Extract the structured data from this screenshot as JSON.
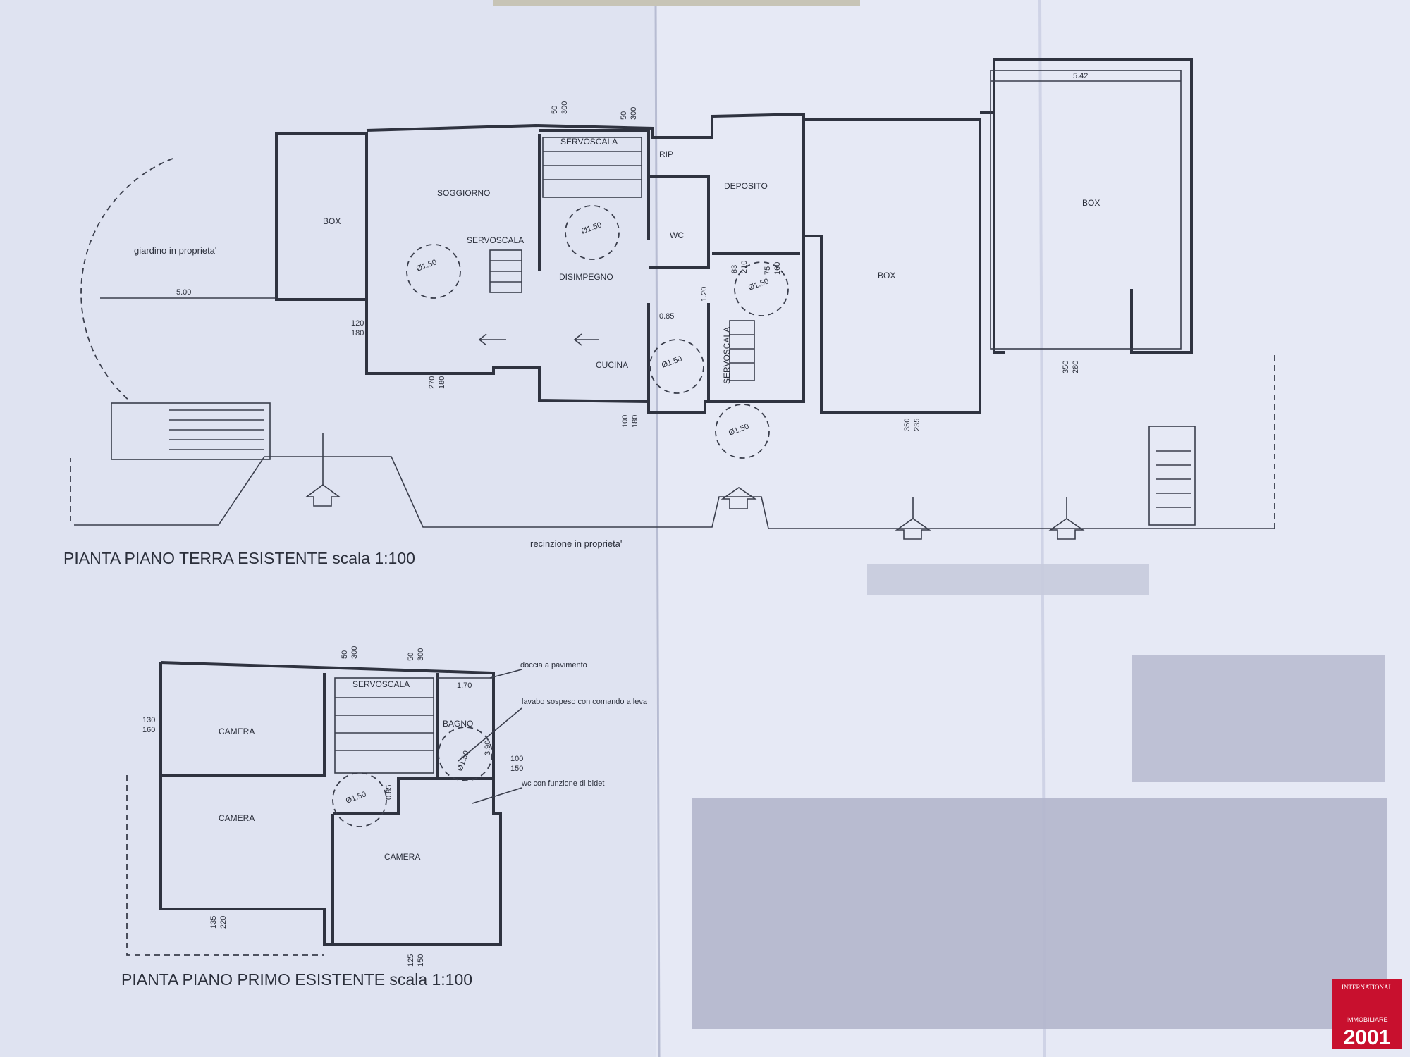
{
  "ground_floor": {
    "title": "PIANTA PIANO TERRA ESISTENTE scala 1:100",
    "rooms": {
      "box_left": "BOX",
      "soggiorno": "SOGGIORNO",
      "servoscala_top": "SERVOSCALA",
      "servoscala_mid": "SERVOSCALA",
      "servoscala_vert": "SERVOSCALA",
      "disimpegno": "DISIMPEGNO",
      "cucina": "CUCINA",
      "wc": "WC",
      "rip": "RIP",
      "deposito": "DEPOSITO",
      "box_center": "BOX",
      "box_right": "BOX"
    },
    "labels": {
      "garden": "giardino in proprieta'",
      "fence": "recinzione in proprieta'"
    },
    "dimensions": {
      "garden_width": "5.00",
      "box_width": "5.42",
      "win_left": [
        "120",
        "180"
      ],
      "win_bottom_soggiorno": [
        "270",
        "180"
      ],
      "win_bottom_cucina": [
        "100",
        "180"
      ],
      "win_box_center": [
        "350",
        "235"
      ],
      "win_box_right": [
        "350",
        "280"
      ],
      "top_a": [
        "50",
        "300"
      ],
      "top_b": [
        "50",
        "300"
      ],
      "wc_door": [
        "83",
        "210"
      ],
      "wc_door2": [
        "75",
        "160"
      ],
      "wall_120": "1.20",
      "door_085": "0.85",
      "turn_circles": [
        "Ø1.50",
        "Ø1.50",
        "Ø1.50",
        "Ø1.50",
        "Ø1.50"
      ]
    }
  },
  "first_floor": {
    "title": "PIANTA PIANO PRIMO ESISTENTE scala 1:100",
    "rooms": {
      "camera_1": "CAMERA",
      "camera_2": "CAMERA",
      "camera_3": "CAMERA",
      "servoscala": "SERVOSCALA",
      "bagno": "BAGNO"
    },
    "notes": {
      "doccia": "doccia a pavimento",
      "lavabo": "lavabo sospeso con comando a leva",
      "wc": "wc con funzione di bidet"
    },
    "dimensions": {
      "top_a": [
        "50",
        "300"
      ],
      "top_b": [
        "50",
        "300"
      ],
      "bagno_width": "1.70",
      "bagno_depth": "3.90",
      "win_left": [
        "130",
        "160"
      ],
      "win_bagno": [
        "100",
        "150"
      ],
      "win_bottom_left": [
        "135",
        "220"
      ],
      "win_bottom_right": [
        "125",
        "150"
      ],
      "door_085": "0.85",
      "turn_circles": [
        "Ø1.50",
        "Ø1.50"
      ]
    }
  },
  "logo": {
    "top": "INTERNATIONAL",
    "middle": "IMMOBILIARE",
    "number": "2001"
  }
}
